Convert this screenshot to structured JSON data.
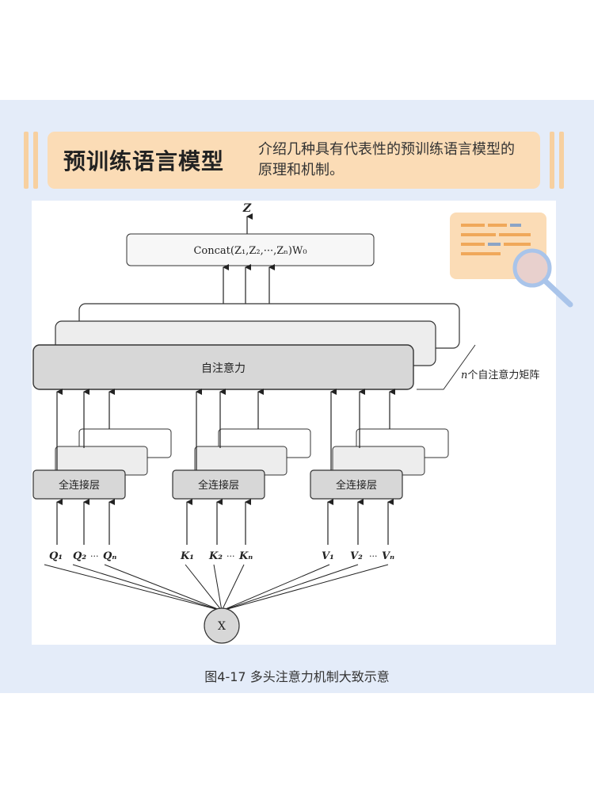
{
  "banner": {
    "title": "预训练语言模型",
    "description": "介绍几种具有代表性的预训练语言模型的原理和机制。"
  },
  "diagram": {
    "output_label": "Z",
    "concat_label": "Concat(Z₁,Z₂,···,Zₙ)W₀",
    "attention_label": "自注意力",
    "n_matrices_label": "n个自注意力矩阵",
    "fc_label": "全连接层",
    "q_inputs": [
      "Q₁",
      "Q₂",
      "···",
      "Qₙ"
    ],
    "k_inputs": [
      "K₁",
      "K₂",
      "···",
      "Kₙ"
    ],
    "v_inputs": [
      "V₁",
      "V₂",
      "···",
      "Vₙ"
    ],
    "input_node": "X"
  },
  "caption": "图4-17  多头注意力机制大致示意",
  "colors": {
    "panel_bg": "#e4ecf9",
    "banner_bg": "#fbdcb6",
    "box_fill": "#d7d7d7",
    "box_stroke": "#333333"
  },
  "icons": [
    "document-search-icon"
  ]
}
